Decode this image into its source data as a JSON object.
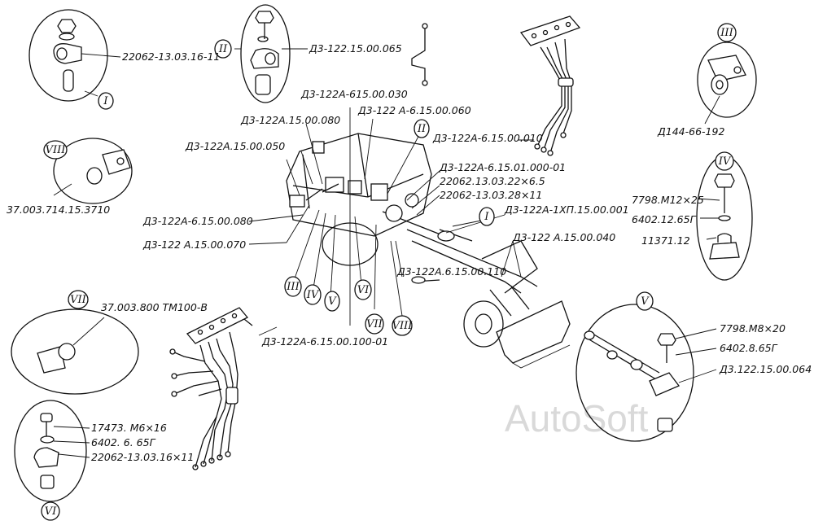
{
  "watermark": "AutoSoft",
  "labels": {
    "l1": "22062-13.03.16-11",
    "l2": "Д3-122.15.00.065",
    "l3": "Д3-122А-615.00.030",
    "l4": "Д3-122 А-6.15.00.060",
    "l5": "Д3-122А.15.00.080",
    "l6": "Д3-122А-6.15.00.010",
    "l7": "Д3-122А.15.00.050",
    "l8": "Д3-122А-6.15.01.000-01",
    "l9": "22062.13.03.22×6.5",
    "l10": "22062-13.03.28×11",
    "l11": "Д3-122А-1ХП.15.00.001",
    "l12": "Д3-122А-6.15.00.080",
    "l13": "Д3-122 А.15.00.070",
    "l14": "Д3-122 А.15.00.040",
    "l15": "Д3-122А.6.15.00.110",
    "l16": "Д3-122А-6.15.00.100-01",
    "l17": "37.003.714.15.3710",
    "l18": "Д144-66-192",
    "l19": "7798.М12×25",
    "l20": "6402.12.65Г",
    "l21": "11371.12",
    "l22": "37.003.800 ТМ100-В",
    "l23": "7798.М8×20",
    "l24": "6402.8.65Г",
    "l25": "Д3.122.15.00.064",
    "l26": "17473. М6×16",
    "l27": "6402. 6. 65Г",
    "l28": "22062-13.03.16×11"
  },
  "callouts": {
    "I": "I",
    "II": "II",
    "III": "III",
    "IV": "IV",
    "V": "V",
    "VI": "VI",
    "VII": "VII",
    "VIII": "VIII"
  }
}
